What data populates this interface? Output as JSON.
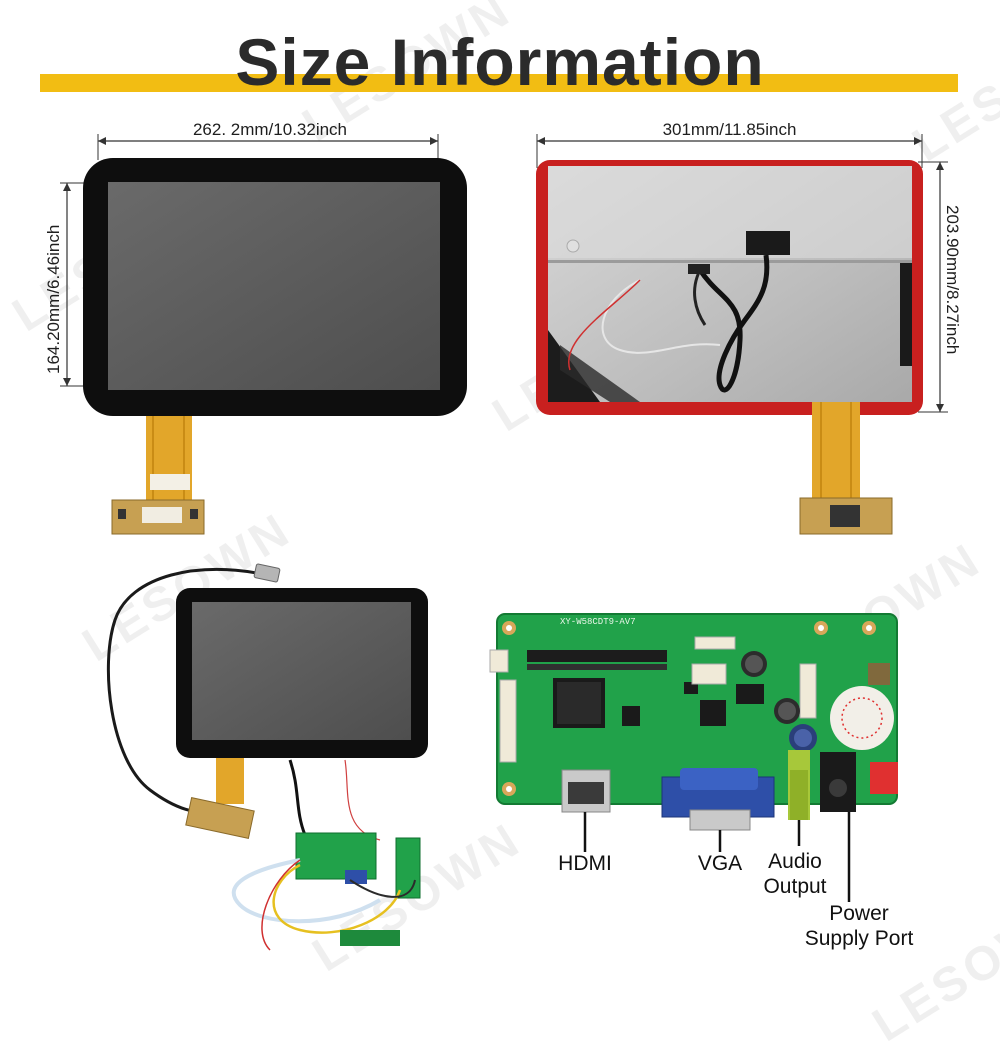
{
  "title": "Size Information",
  "watermark": "LESOWN",
  "colors": {
    "accent": "#f2bd13",
    "board_green": "#21a24a",
    "fpc": "#e2a62a",
    "frame_red": "#c8201f"
  },
  "dimensions": {
    "front_width": "262. 2mm/10.32inch",
    "front_height": "164.20mm/6.46inch",
    "back_width": "301mm/11.85inch",
    "back_height": "203.90mm/8.27inch"
  },
  "board": {
    "silkscreen": "XY-W58CDT9-AV7"
  },
  "ports": {
    "hdmi": "HDMI",
    "vga": "VGA",
    "audio_line1": "Audio",
    "audio_line2": "Output",
    "power_line1": "Power",
    "power_line2": "Supply Port"
  }
}
